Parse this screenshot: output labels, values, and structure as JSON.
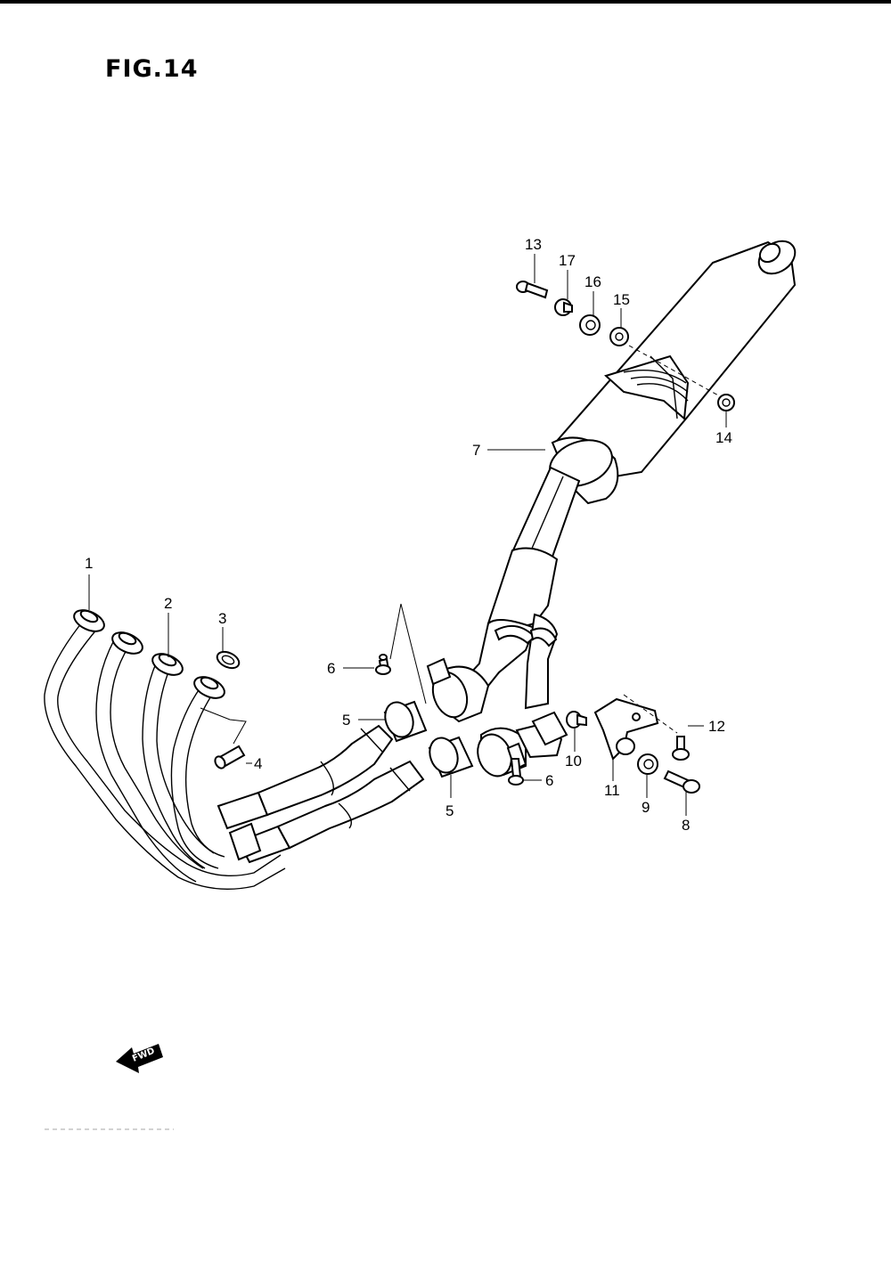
{
  "figure": {
    "title": "FIG.14"
  },
  "callouts": {
    "c1": "1",
    "c2": "2",
    "c3": "3",
    "c4": "4",
    "c5a": "5",
    "c5b": "5",
    "c6a": "6",
    "c6b": "6",
    "c7": "7",
    "c8": "8",
    "c9": "9",
    "c10": "10",
    "c11": "11",
    "c12": "12",
    "c13": "13",
    "c14": "14",
    "c15": "15",
    "c16": "16",
    "c17": "17"
  },
  "fwd_label": "FWD",
  "icons": {
    "direction": "forward-arrow-icon"
  }
}
